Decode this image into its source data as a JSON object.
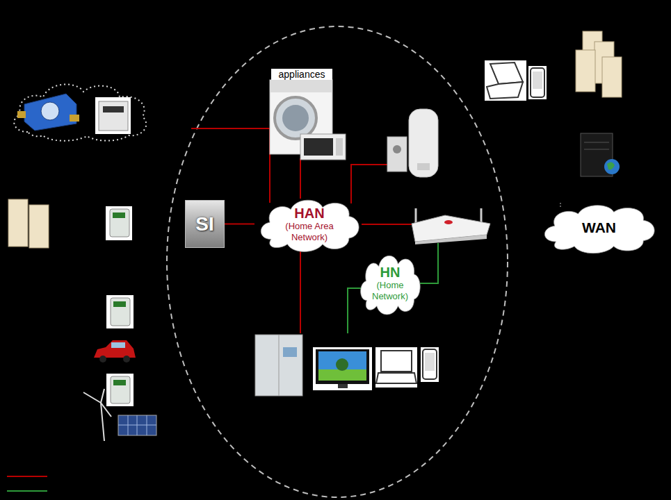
{
  "diagram": {
    "nodes": [
      {
        "text": [
          "SI"
        ]
      },
      {
        "text": [
          "HAN",
          "(Home Area Network)"
        ]
      },
      {
        "text": [
          "HN",
          "(Home Network)"
        ]
      },
      {
        "text": [
          "WAN"
        ]
      }
    ],
    "edges": [
      {
        "from": 0,
        "to": 1,
        "arrow": "none"
      }
    ],
    "labels": [
      "appliances"
    ]
  }
}
